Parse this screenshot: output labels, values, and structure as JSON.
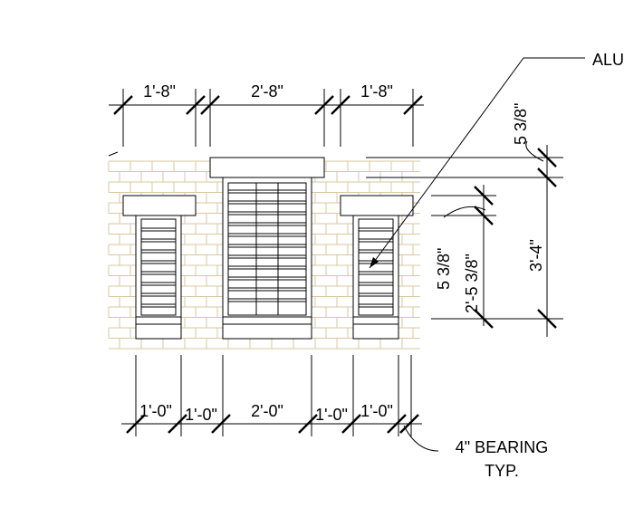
{
  "top_dimensions": [
    "1'-8\"",
    "2'-8\"",
    "1'-8\""
  ],
  "bottom_dimensions": [
    "1'-0\"",
    "1'-0\"",
    "2'-0\"",
    "1'-0\"",
    "1'-0\""
  ],
  "right_dimensions": {
    "upper_small": "5 3/8\"",
    "overall": "3'-4\"",
    "middle_small": "5 3/8\"",
    "middle_height": "2'-5 3/8\""
  },
  "callouts": {
    "top_right": "ALU",
    "bearing_line1": "4\" BEARING",
    "bearing_line2": "TYP."
  },
  "colors": {
    "brick": "#d9c7a0",
    "line": "#000000"
  }
}
